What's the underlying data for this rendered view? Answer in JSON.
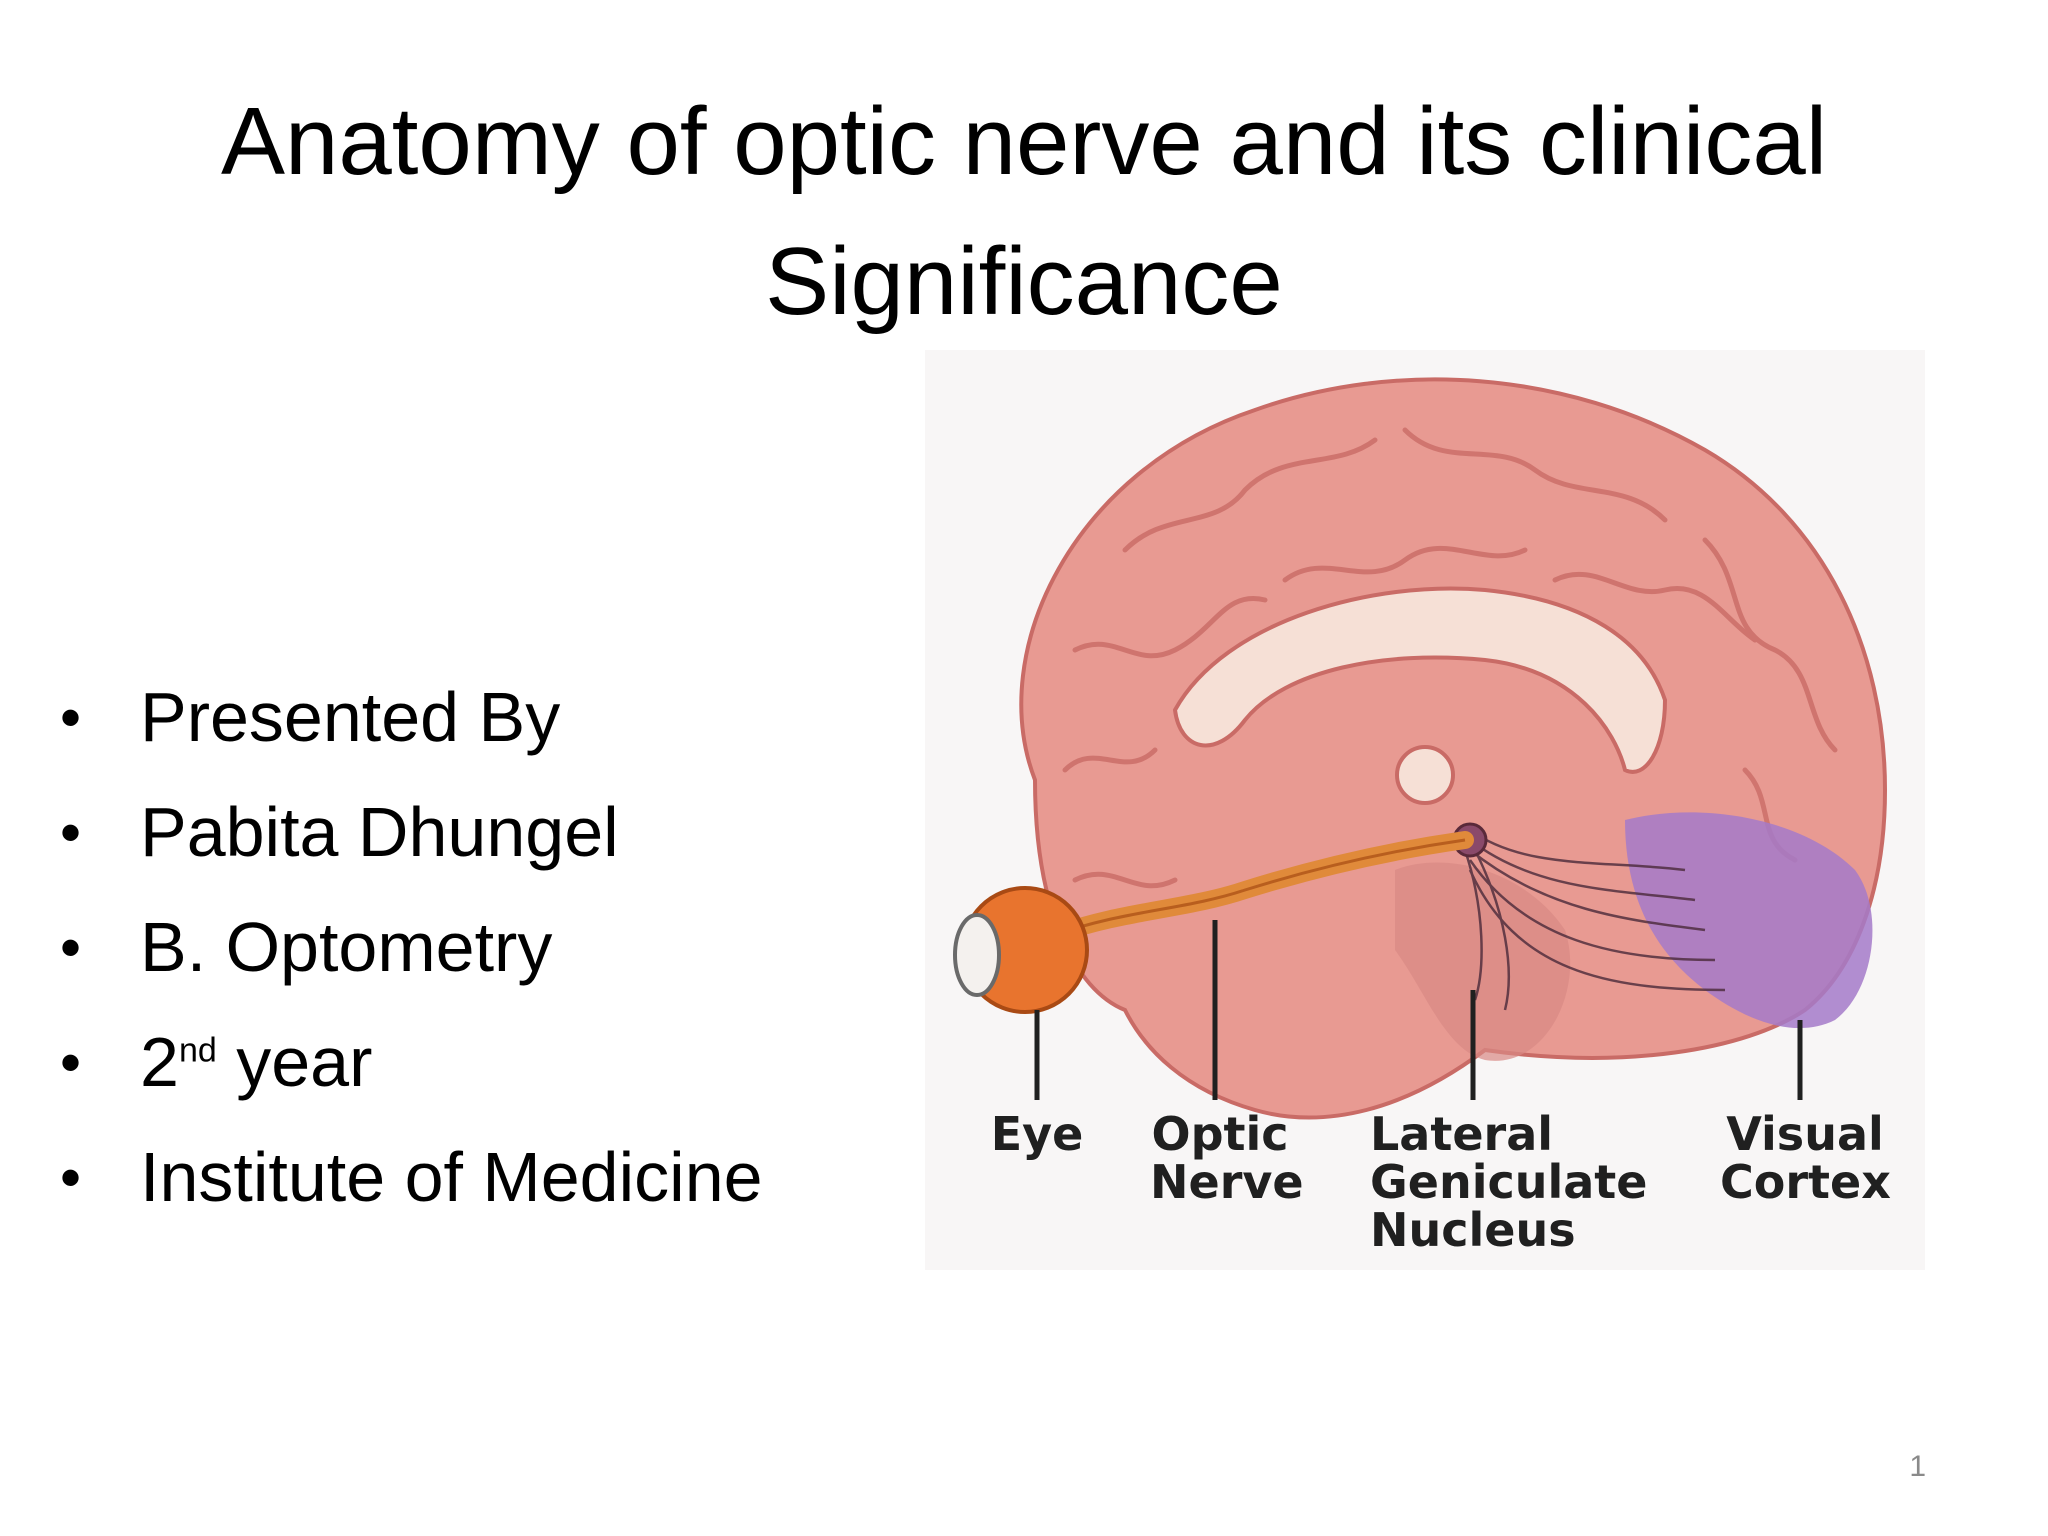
{
  "slide": {
    "title_line1": "Anatomy of optic nerve and its clinical",
    "title_line2": "Significance",
    "bullets": [
      {
        "text": "Presented  By"
      },
      {
        "text": "Pabita Dhungel"
      },
      {
        "text": "B. Optometry"
      },
      {
        "text_main": "2",
        "superscript": "nd",
        "text_rest": " year"
      },
      {
        "text": "Institute  of Medicine"
      }
    ],
    "bullet_symbol": "•",
    "page_number": "1"
  },
  "figure": {
    "labels": {
      "eye": "Eye",
      "optic_nerve_1": "Optic",
      "optic_nerve_2": "Nerve",
      "lgn_1": "Lateral",
      "lgn_2": "Geniculate",
      "lgn_3": "Nucleus",
      "visual_cortex_1": "Visual",
      "visual_cortex_2": "Cortex"
    },
    "colors": {
      "brain": "#e89a92",
      "brain_dark": "#c96b66",
      "corpus_callosum": "#f6e0d6",
      "eye": "#e8742e",
      "nerve": "#e08a3a",
      "visual_cortex": "#a57ac9"
    }
  }
}
